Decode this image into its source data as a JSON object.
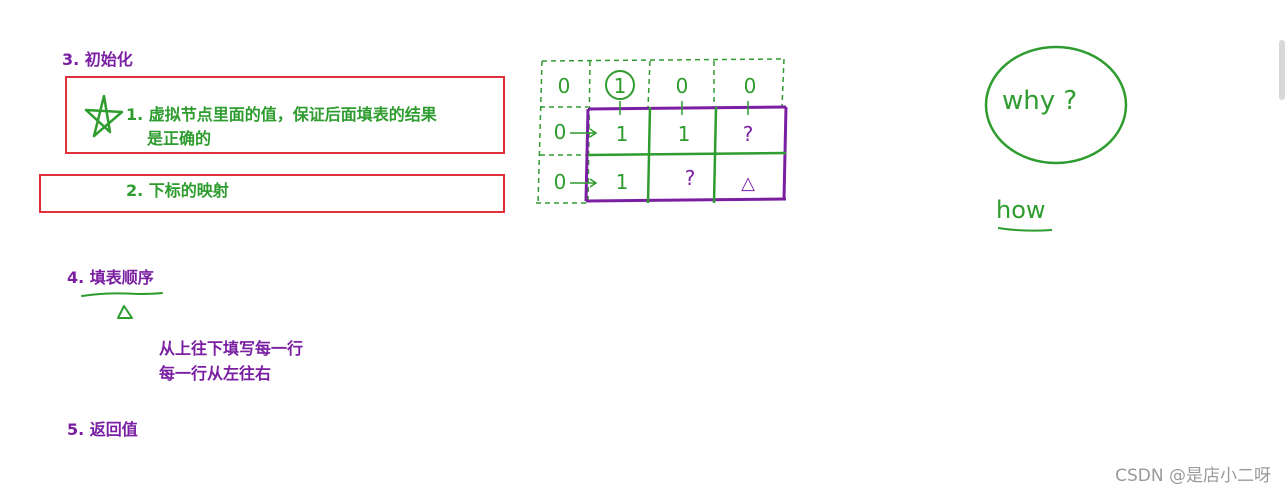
{
  "section3": {
    "title": "3. 初始化",
    "item1": {
      "line1": "1. 虚拟节点里面的值，保证后面填表的结果",
      "line2": "是正确的"
    },
    "item2": "2. 下标的映射"
  },
  "section4": {
    "title": "4. 填表顺序",
    "line1": "从上往下填写每一行",
    "line2": "每一行从左往右"
  },
  "section5": {
    "title": "5. 返回值"
  },
  "sketch": {
    "grid_values": {
      "row0": [
        "0",
        "1",
        "0",
        "0"
      ],
      "row1": [
        "0",
        "1",
        "1",
        "?"
      ],
      "row2": [
        "0",
        "1",
        "?",
        "△"
      ]
    },
    "why_label": "why ?",
    "how_label": "how"
  },
  "watermark": "CSDN @是店小二呀",
  "colors": {
    "purple": "#7a1fa2",
    "green": "#2e9c2e",
    "red_box": "#e0303a"
  }
}
